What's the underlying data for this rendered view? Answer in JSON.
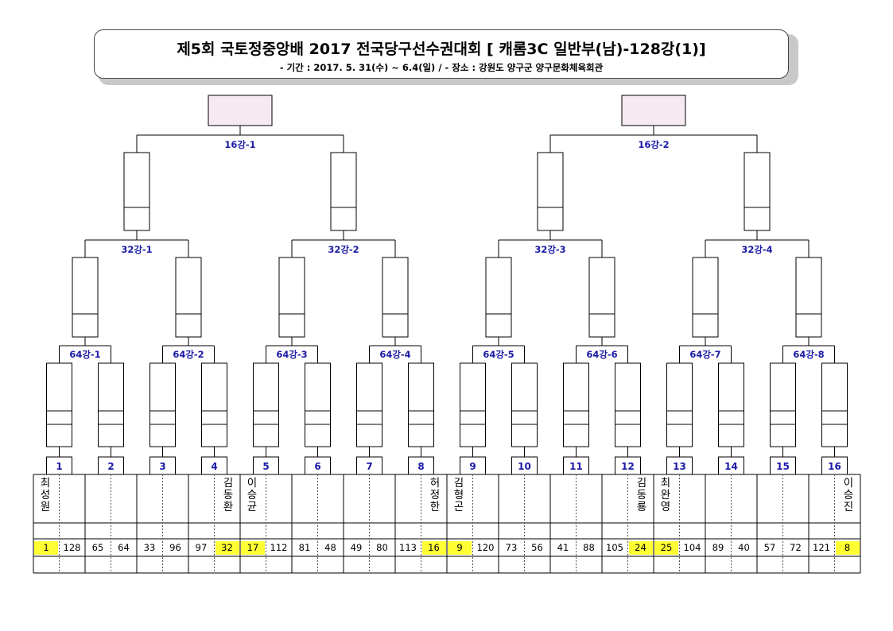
{
  "header": {
    "title": "제5회 국토정중앙배 2017 전국당구선수권대회 [ 캐롬3C 일반부(남)-128강(1)]",
    "subtitle": "- 기간 : 2017. 5. 31(수) ~ 6.4(일) / - 장소 : 강원도 양구군 양구문화체육회관"
  },
  "round16_labels": [
    "16강-1",
    "16강-2"
  ],
  "round32_labels": [
    "32강-1",
    "32강-2",
    "32강-3",
    "32강-4"
  ],
  "round64_labels": [
    "64강-1",
    "64강-2",
    "64강-3",
    "64강-4",
    "64강-5",
    "64강-6",
    "64강-7",
    "64강-8"
  ],
  "match_numbers": [
    "1",
    "2",
    "3",
    "4",
    "5",
    "6",
    "7",
    "8",
    "9",
    "10",
    "11",
    "12",
    "13",
    "14",
    "15",
    "16"
  ],
  "players": [
    {
      "name": "최성원",
      "seed": "1",
      "highlight": true
    },
    {
      "name": "",
      "seed": "128",
      "highlight": false
    },
    {
      "name": "",
      "seed": "65",
      "highlight": false
    },
    {
      "name": "",
      "seed": "64",
      "highlight": false
    },
    {
      "name": "",
      "seed": "33",
      "highlight": false
    },
    {
      "name": "",
      "seed": "96",
      "highlight": false
    },
    {
      "name": "",
      "seed": "97",
      "highlight": false
    },
    {
      "name": "김동환",
      "seed": "32",
      "highlight": true
    },
    {
      "name": "이승균",
      "seed": "17",
      "highlight": true
    },
    {
      "name": "",
      "seed": "112",
      "highlight": false
    },
    {
      "name": "",
      "seed": "81",
      "highlight": false
    },
    {
      "name": "",
      "seed": "48",
      "highlight": false
    },
    {
      "name": "",
      "seed": "49",
      "highlight": false
    },
    {
      "name": "",
      "seed": "80",
      "highlight": false
    },
    {
      "name": "",
      "seed": "113",
      "highlight": false
    },
    {
      "name": "허정한",
      "seed": "16",
      "highlight": true
    },
    {
      "name": "김형곤",
      "seed": "9",
      "highlight": true
    },
    {
      "name": "",
      "seed": "120",
      "highlight": false
    },
    {
      "name": "",
      "seed": "73",
      "highlight": false
    },
    {
      "name": "",
      "seed": "56",
      "highlight": false
    },
    {
      "name": "",
      "seed": "41",
      "highlight": false
    },
    {
      "name": "",
      "seed": "88",
      "highlight": false
    },
    {
      "name": "",
      "seed": "105",
      "highlight": false
    },
    {
      "name": "김동룡",
      "seed": "24",
      "highlight": true
    },
    {
      "name": "최완영",
      "seed": "25",
      "highlight": true
    },
    {
      "name": "",
      "seed": "104",
      "highlight": false
    },
    {
      "name": "",
      "seed": "89",
      "highlight": false
    },
    {
      "name": "",
      "seed": "40",
      "highlight": false
    },
    {
      "name": "",
      "seed": "57",
      "highlight": false
    },
    {
      "name": "",
      "seed": "72",
      "highlight": false
    },
    {
      "name": "",
      "seed": "121",
      "highlight": false
    },
    {
      "name": "이승진",
      "seed": "8",
      "highlight": true
    }
  ],
  "colors": {
    "label_blue": "#1a1aa6",
    "winner_box_fill": "#f7e9f2",
    "seed_highlight": "#ffff33"
  }
}
